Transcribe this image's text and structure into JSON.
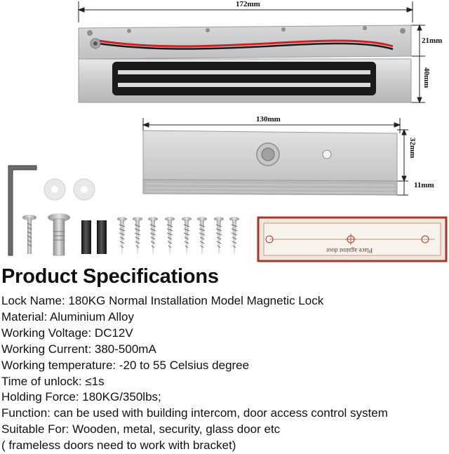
{
  "dimensions": {
    "lock_length": "172mm",
    "lock_height": "21mm",
    "lock_depth": "40mm",
    "plate_length": "130mm",
    "plate_height": "32mm",
    "plate_depth": "11mm"
  },
  "template": {
    "label": "Place against door"
  },
  "specs": {
    "title": "Product Specifications",
    "lines": [
      "Lock Name: 180KG Normal Installation Model Magnetic Lock",
      "Material: Aluminium Alloy",
      "Working Voltage: DC12V",
      "Working Current: 380-500mA",
      "Working temperature: -20 to 55 Celsius degree",
      "Time of unlock: ≤1s",
      "Holding Force: 180KG/350lbs;",
      "Function: can be used with building intercom, door access control system",
      "Suitable For: Wooden, metal, security, glass door etc",
      "( frameless doors need to work with bracket)"
    ]
  },
  "colors": {
    "aluminium": "#c8cacc",
    "magnet_strip": "#1a1a1a",
    "wire_red": "#d22020",
    "template_border": "#a33a2a"
  }
}
